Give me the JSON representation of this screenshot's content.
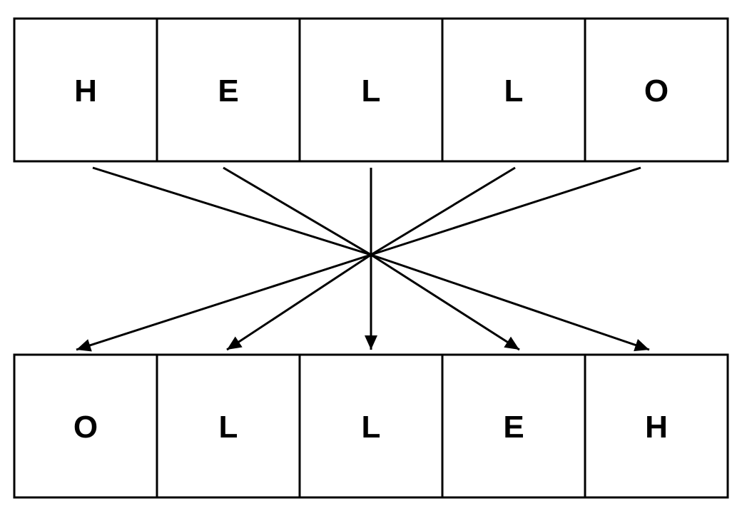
{
  "top_row": [
    "H",
    "E",
    "L",
    "L",
    "O"
  ],
  "bottom_row": [
    "O",
    "L",
    "L",
    "E",
    "H"
  ],
  "connections": [
    {
      "from": 0,
      "to": 4
    },
    {
      "from": 1,
      "to": 3
    },
    {
      "from": 2,
      "to": 2
    },
    {
      "from": 3,
      "to": 1
    },
    {
      "from": 4,
      "to": 0
    }
  ],
  "colors": {
    "stroke": "#000000",
    "fill": "#ffffff",
    "text": "#000000"
  }
}
